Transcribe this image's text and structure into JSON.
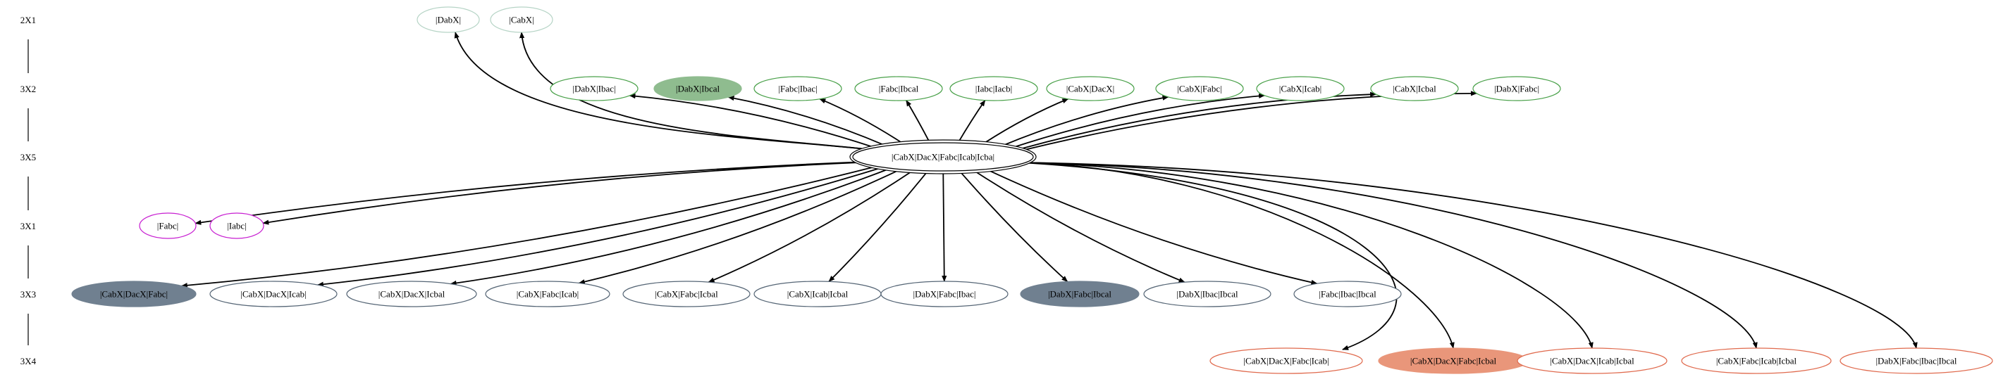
{
  "colors": {
    "green_border": "#4aa14a",
    "green_fill": "#8fbc8f",
    "purple_border": "#c71ed1",
    "slate_border": "#556575",
    "slate_fill": "#708090",
    "salmon_border": "#e06a4d",
    "salmon_fill": "#e9967a",
    "light_border": "#b6d4c6",
    "edge": "#000000"
  },
  "ranks": [
    {
      "id": "r0",
      "label": "2X1"
    },
    {
      "id": "r1",
      "label": "3X2"
    },
    {
      "id": "r2",
      "label": "3X5"
    },
    {
      "id": "r3",
      "label": "3X1"
    },
    {
      "id": "r4",
      "label": "3X3"
    },
    {
      "id": "r5",
      "label": "3X4"
    }
  ],
  "nodes": [
    {
      "id": "n_dabx",
      "label": "|DabX|",
      "rank": "r0",
      "style": "light"
    },
    {
      "id": "n_cabx",
      "label": "|CabX|",
      "rank": "r0",
      "style": "light"
    },
    {
      "id": "n1",
      "label": "|DabX|Ibac|",
      "rank": "r1",
      "style": "green"
    },
    {
      "id": "n2",
      "label": "|DabX|Ibcal",
      "rank": "r1",
      "style": "green_fill"
    },
    {
      "id": "n3",
      "label": "|Fabc|Ibac|",
      "rank": "r1",
      "style": "green"
    },
    {
      "id": "n4",
      "label": "|Fabc|Ibcal",
      "rank": "r1",
      "style": "green"
    },
    {
      "id": "n5",
      "label": "|Iabc|Iacb|",
      "rank": "r1",
      "style": "green"
    },
    {
      "id": "n6",
      "label": "|CabX|DacX|",
      "rank": "r1",
      "style": "green"
    },
    {
      "id": "n7",
      "label": "|CabX|Fabc|",
      "rank": "r1",
      "style": "green"
    },
    {
      "id": "n8",
      "label": "|CabX|Icab|",
      "rank": "r1",
      "style": "green"
    },
    {
      "id": "n9",
      "label": "|CabX|Icbal",
      "rank": "r1",
      "style": "green"
    },
    {
      "id": "n10",
      "label": "|DabX|Fabc|",
      "rank": "r1",
      "style": "green"
    },
    {
      "id": "hub",
      "label": "|CabX|DacX|Fabc|Icab|Icba|",
      "rank": "r2",
      "style": "double"
    },
    {
      "id": "p1",
      "label": "|Fabc|",
      "rank": "r3",
      "style": "purple"
    },
    {
      "id": "p2",
      "label": "|Iabc|",
      "rank": "r3",
      "style": "purple"
    },
    {
      "id": "s1",
      "label": "|CabX|DacX|Fabc|",
      "rank": "r4",
      "style": "slate_fill"
    },
    {
      "id": "s2",
      "label": "|CabX|DacX|Icab|",
      "rank": "r4",
      "style": "slate"
    },
    {
      "id": "s3",
      "label": "|CabX|DacX|Icbal",
      "rank": "r4",
      "style": "slate"
    },
    {
      "id": "s4",
      "label": "|CabX|Fabc|Icab|",
      "rank": "r4",
      "style": "slate"
    },
    {
      "id": "s5",
      "label": "|CabX|Fabc|Icbal",
      "rank": "r4",
      "style": "slate"
    },
    {
      "id": "s6",
      "label": "|CabX|Icab|Icbal",
      "rank": "r4",
      "style": "slate"
    },
    {
      "id": "s7",
      "label": "|DabX|Fabc|Ibac|",
      "rank": "r4",
      "style": "slate"
    },
    {
      "id": "s8",
      "label": "|DabX|Fabc|Ibcal",
      "rank": "r4",
      "style": "slate_fill"
    },
    {
      "id": "s9",
      "label": "|DabX|Ibac|Ibcal",
      "rank": "r4",
      "style": "slate"
    },
    {
      "id": "s10",
      "label": "|Fabc|Ibac|Ibcal",
      "rank": "r4",
      "style": "slate"
    },
    {
      "id": "o1",
      "label": "|CabX|DacX|Fabc|Icab|",
      "rank": "r5",
      "style": "salmon"
    },
    {
      "id": "o2",
      "label": "|CabX|DacX|Fabc|Icbal",
      "rank": "r5",
      "style": "salmon_fill"
    },
    {
      "id": "o3",
      "label": "|CabX|DacX|Icab|Icbal",
      "rank": "r5",
      "style": "salmon"
    },
    {
      "id": "o4",
      "label": "|CabX|Fabc|Icab|Icbal",
      "rank": "r5",
      "style": "salmon"
    },
    {
      "id": "o5",
      "label": "|DabX|Fabc|Ibac|Ibcal",
      "rank": "r5",
      "style": "salmon"
    }
  ],
  "edges": [
    {
      "from": "hub",
      "to": "n_dabx"
    },
    {
      "from": "hub",
      "to": "n_cabx"
    },
    {
      "from": "hub",
      "to": "n1"
    },
    {
      "from": "hub",
      "to": "n2"
    },
    {
      "from": "hub",
      "to": "n3"
    },
    {
      "from": "hub",
      "to": "n4"
    },
    {
      "from": "hub",
      "to": "n5"
    },
    {
      "from": "hub",
      "to": "n6"
    },
    {
      "from": "hub",
      "to": "n7"
    },
    {
      "from": "hub",
      "to": "n8"
    },
    {
      "from": "hub",
      "to": "n9"
    },
    {
      "from": "hub",
      "to": "n10"
    },
    {
      "from": "hub",
      "to": "p1"
    },
    {
      "from": "hub",
      "to": "p2"
    },
    {
      "from": "hub",
      "to": "s1"
    },
    {
      "from": "hub",
      "to": "s2"
    },
    {
      "from": "hub",
      "to": "s3"
    },
    {
      "from": "hub",
      "to": "s4"
    },
    {
      "from": "hub",
      "to": "s5"
    },
    {
      "from": "hub",
      "to": "s6"
    },
    {
      "from": "hub",
      "to": "s7"
    },
    {
      "from": "hub",
      "to": "s8"
    },
    {
      "from": "hub",
      "to": "s9"
    },
    {
      "from": "hub",
      "to": "s10"
    },
    {
      "from": "hub",
      "to": "o1"
    },
    {
      "from": "hub",
      "to": "o2"
    },
    {
      "from": "hub",
      "to": "o3"
    },
    {
      "from": "hub",
      "to": "o4"
    },
    {
      "from": "hub",
      "to": "o5"
    }
  ]
}
